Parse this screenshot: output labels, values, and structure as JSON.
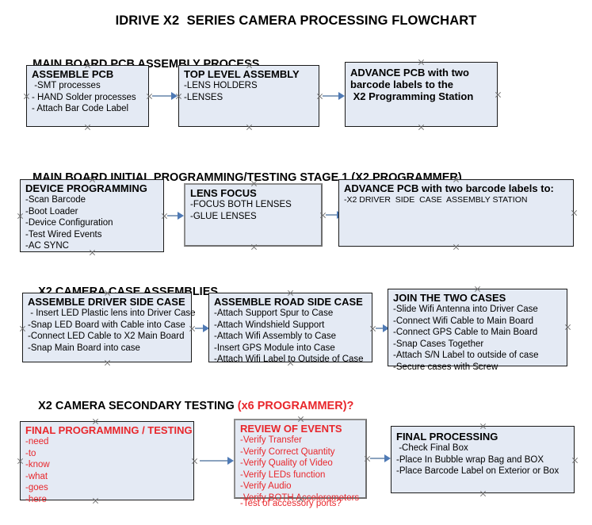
{
  "document": {
    "title": "IDRIVE X2  SERIES CAMERA PROCESSING FLOWCHART"
  },
  "colors": {
    "node_fill": "#e4eaf4",
    "node_border": "#1a1a1a",
    "accent_red": "#e8272c",
    "arrow_shaft": "#8ba3bf",
    "arrow_head": "#4f7ab5"
  },
  "sections": [
    {
      "id": "main-board-pcb-assembly",
      "heading": "MAIN BOARD PCB ASSEMBLY PROCESS",
      "heading_accent": "",
      "nodes": [
        {
          "id": "assemble-pcb",
          "head": "ASSEMBLE PCB",
          "lines": [
            " -SMT processes",
            "- HAND Solder processes",
            "- Attach Bar Code Label"
          ]
        },
        {
          "id": "top-level-assembly",
          "head": "TOP LEVEL ASSEMBLY",
          "lines": [
            "-LENS HOLDERS",
            "-LENSES"
          ]
        },
        {
          "id": "advance-pcb-to-programming-station",
          "head": "ADVANCE PCB with two",
          "head_lines": [
            "ADVANCE PCB with two",
            "barcode labels to the",
            " X2 Programming Station"
          ],
          "lines": []
        }
      ]
    },
    {
      "id": "main-board-initial-programming",
      "heading": "MAIN BOARD INITIAL PROGRAMMING/TESTING STAGE 1 (X2 PROGRAMMER)",
      "heading_accent": "",
      "nodes": [
        {
          "id": "device-programming",
          "head": "DEVICE PROGRAMMING",
          "lines": [
            "-Scan Barcode",
            "-Boot Loader",
            "-Device Configuration",
            "-Test Wired Events",
            "-AC SYNC"
          ]
        },
        {
          "id": "lens-focus",
          "head": "LENS FOCUS",
          "lines": [
            "-FOCUS BOTH LENSES",
            "-GLUE LENSES"
          ]
        },
        {
          "id": "advance-pcb-to-driver-side-case",
          "head": "ADVANCE PCB with two barcode labels to:",
          "lines": [
            "-X2 DRIVER  SIDE  CASE  ASSEMBLY STATION"
          ]
        }
      ]
    },
    {
      "id": "x2-camera-case-assemblies",
      "heading": "X2 CAMERA CASE ASSEMBLIES",
      "heading_accent": "",
      "nodes": [
        {
          "id": "assemble-driver-side-case",
          "head": "ASSEMBLE DRIVER SIDE CASE",
          "lines": [
            " - Insert LED Plastic lens into Driver Case",
            "-Snap LED Board with Cable into Case",
            "-Connect LED Cable to X2 Main Board",
            "-Snap Main Board into case"
          ]
        },
        {
          "id": "assemble-road-side-case",
          "head": "ASSEMBLE ROAD SIDE CASE",
          "lines": [
            "-Attach Support Spur to Case",
            "-Attach Windshield Support",
            "-Attach Wifi Assembly to Case",
            "-Insert GPS Module into Case",
            "-Attach Wifi Label to Outside of Case"
          ]
        },
        {
          "id": "join-the-two-cases",
          "head": "JOIN THE TWO CASES",
          "lines": [
            "-Slide Wifi Antenna into Driver Case",
            "-Connect Wifi Cable to Main Board",
            "-Connect GPS Cable to Main Board",
            "-Snap Cases Together",
            "-Attach S/N Label to outside of case",
            "-Secure cases with Screw"
          ]
        }
      ]
    },
    {
      "id": "x2-camera-secondary-testing",
      "heading": "X2 CAMERA SECONDARY TESTING ",
      "heading_accent": "(x6 PROGRAMMER)?",
      "nodes": [
        {
          "id": "final-programming-testing",
          "head": "FINAL PROGRAMMING / TESTING",
          "lines": [
            "-need",
            "-to",
            "-know",
            "-what",
            "-goes",
            "-here"
          ]
        },
        {
          "id": "review-of-events",
          "head": "REVIEW OF EVENTS",
          "lines": [
            "-Verify Transfer",
            "-Verify Correct Quantity",
            "-Verify Quality of Video",
            "-Verify LEDs function",
            "-Verify Audio",
            "-Verify BOTH Accelerometers"
          ],
          "overflow_line": "-Test of accessory ports?"
        },
        {
          "id": "final-processing",
          "head": "FINAL PROCESSING",
          "lines": [
            " -Check Final Box",
            "-Place In Bubble wrap Bag and BOX",
            "-Place Barcode Label on Exterior or Box"
          ]
        }
      ]
    }
  ]
}
